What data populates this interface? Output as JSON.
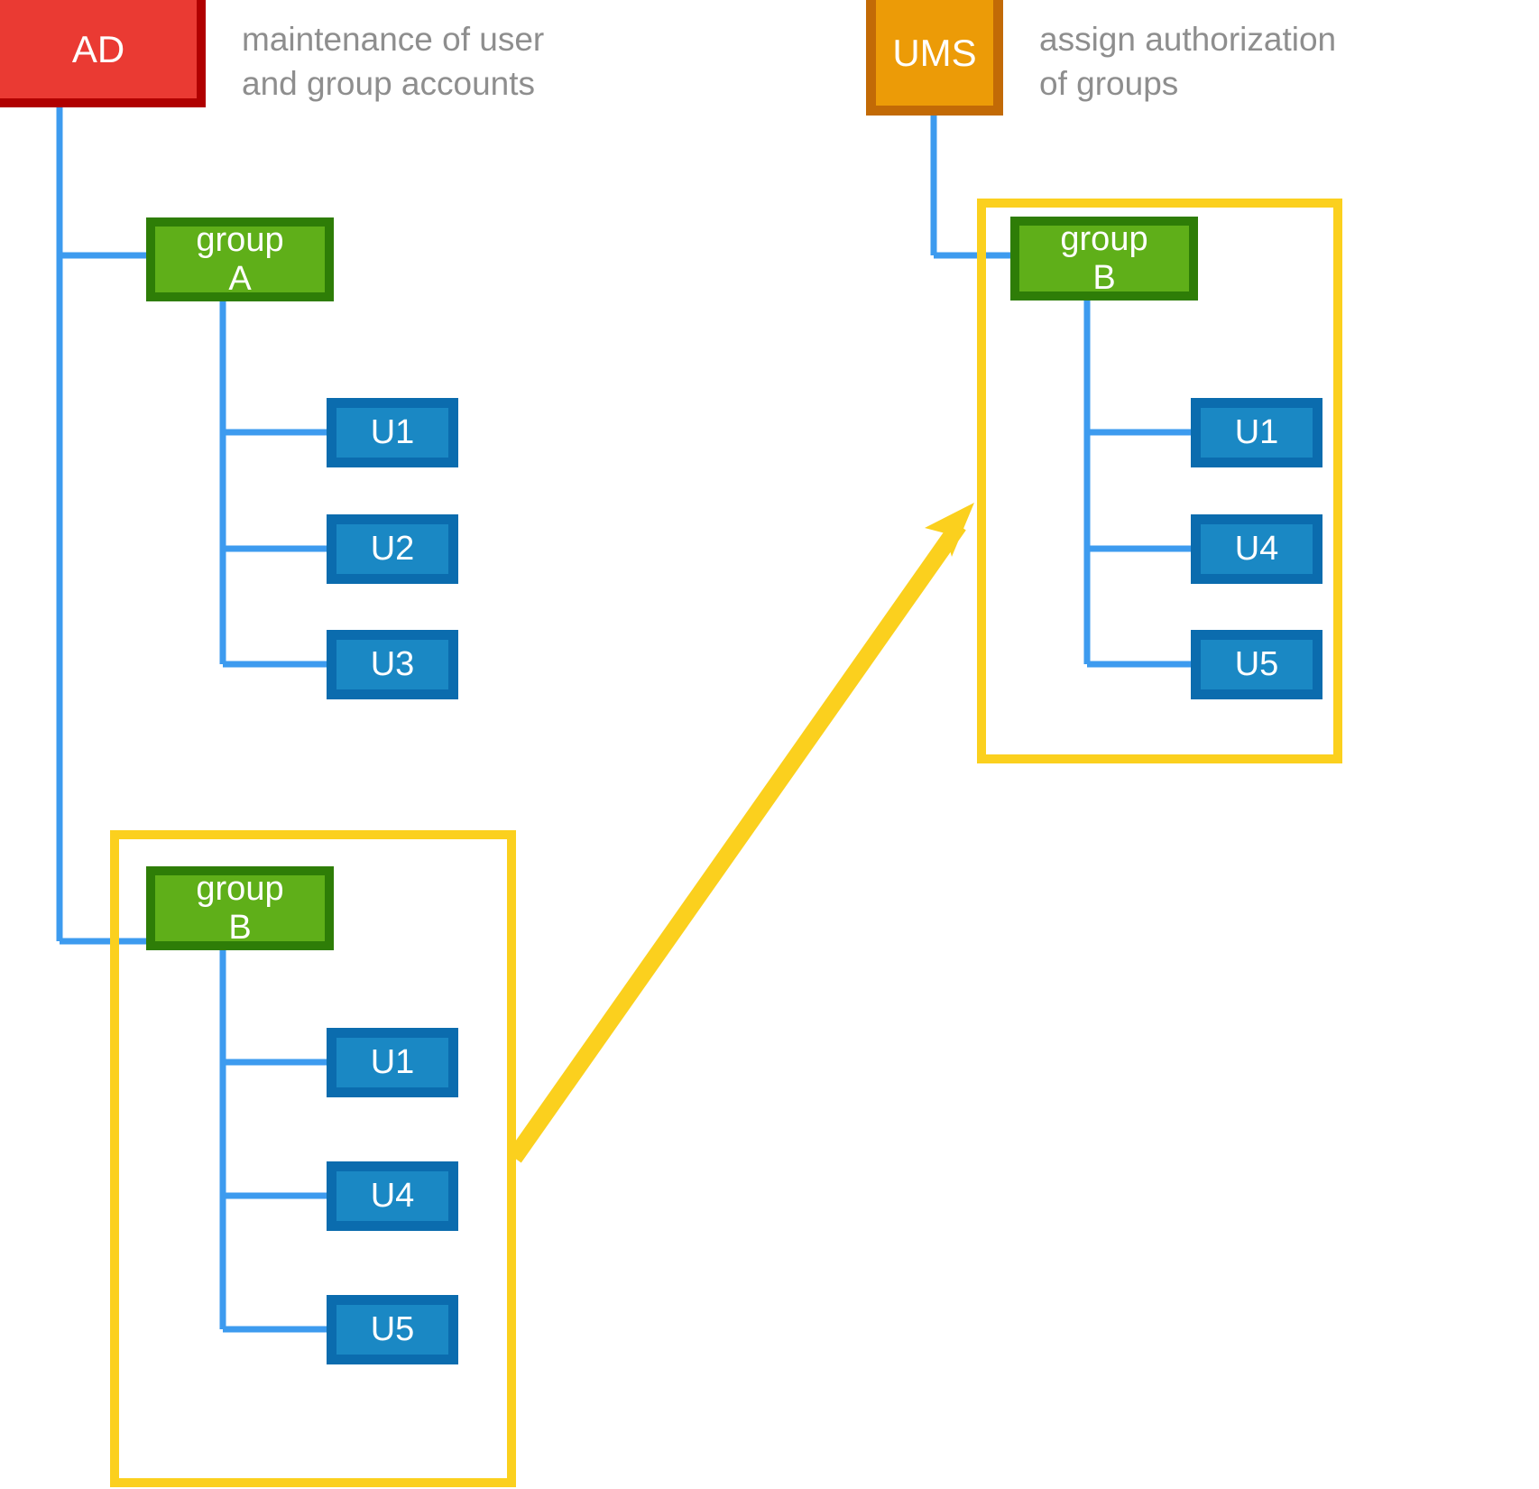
{
  "diagram": {
    "title": "AD to UMS group authorization mapping",
    "background_color": "#ffffff",
    "colors": {
      "ad_fill": "#EA3A33",
      "ad_border": "#B00000",
      "ums_fill": "#EC9B07",
      "ums_border": "#C26A06",
      "group_fill": "#5FAF19",
      "group_border": "#2E7D07",
      "user_fill": "#1A88C4",
      "user_border": "#0B6CAE",
      "container_border": "#FBD01E",
      "connector": "#3D9BEF",
      "arrow": "#FBD01E",
      "caption_text": "#8E8E8E"
    }
  },
  "left": {
    "root": {
      "label": "AD",
      "caption": "maintenance of user\nand group accounts"
    },
    "group_a": {
      "label": "group\nA",
      "users": [
        {
          "label": "U1"
        },
        {
          "label": "U2"
        },
        {
          "label": "U3"
        }
      ]
    },
    "group_b": {
      "label": "group\nB",
      "users": [
        {
          "label": "U1"
        },
        {
          "label": "U4"
        },
        {
          "label": "U5"
        }
      ]
    }
  },
  "right": {
    "root": {
      "label": "UMS",
      "caption": "assign authorization\nof groups"
    },
    "group_b": {
      "label": "group\nB",
      "users": [
        {
          "label": "U1"
        },
        {
          "label": "U4"
        },
        {
          "label": "U5"
        }
      ]
    }
  }
}
